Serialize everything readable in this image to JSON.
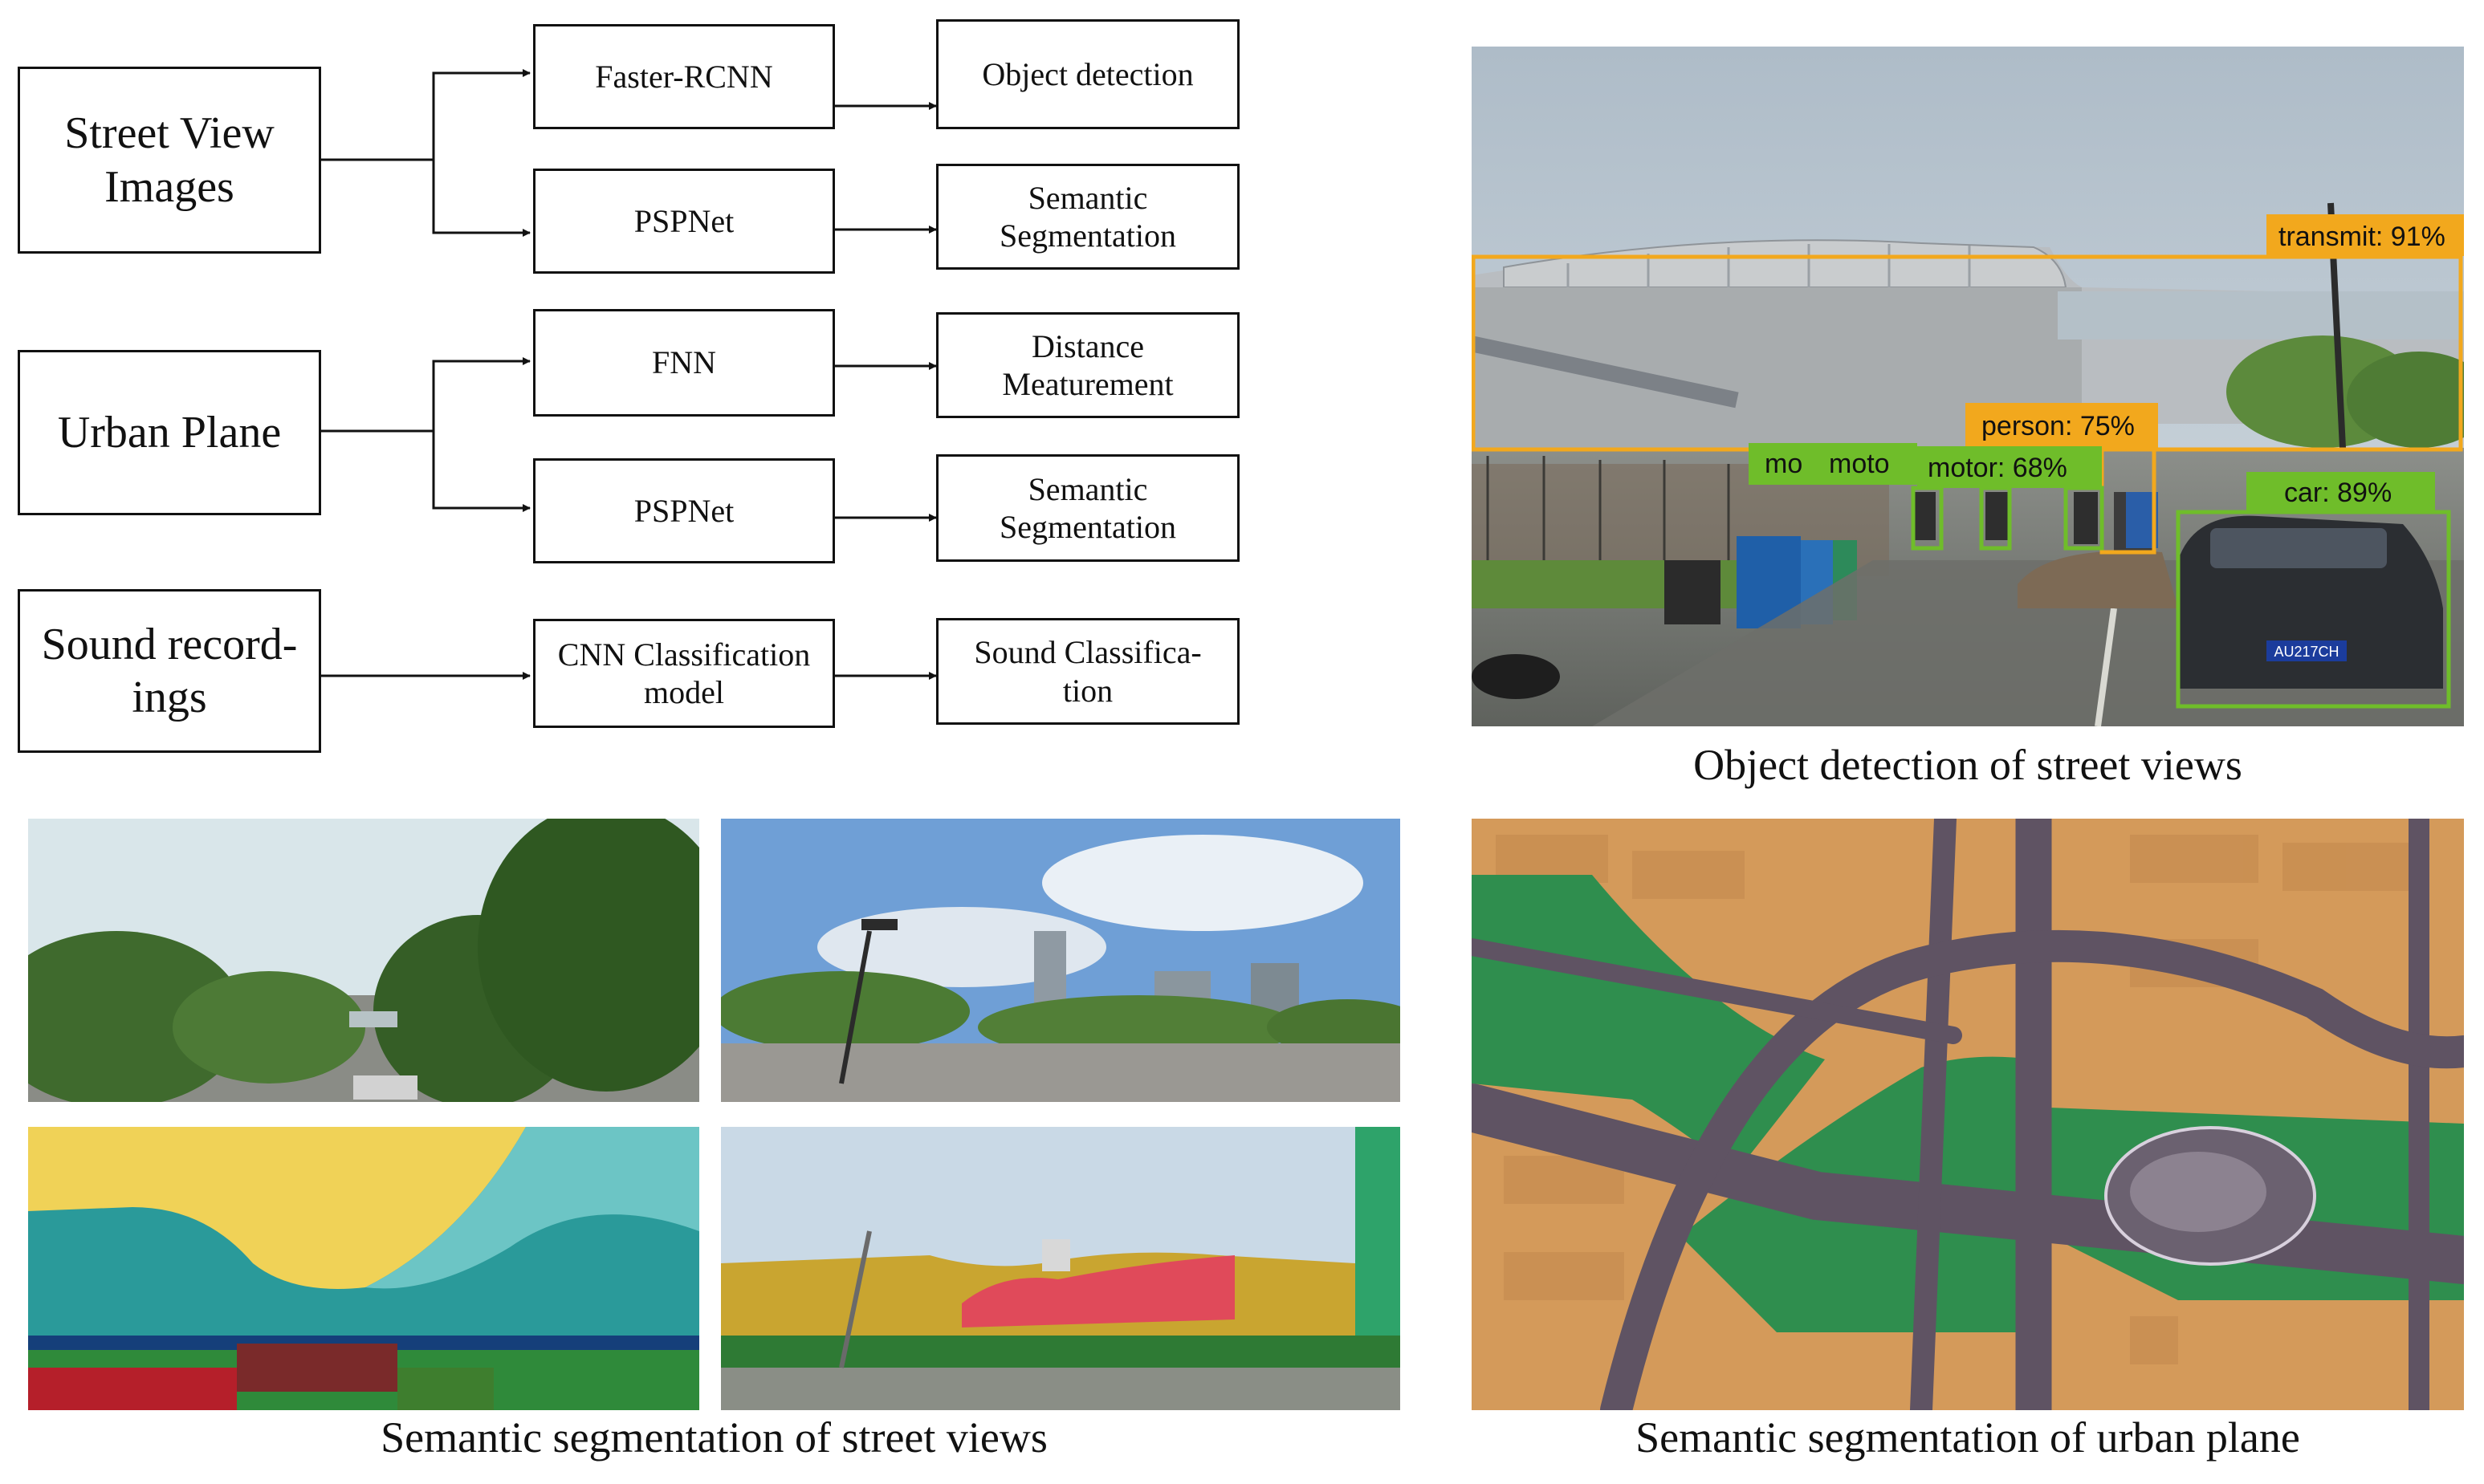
{
  "flowchart": {
    "inputs": {
      "street_view": "Street View Images",
      "urban_plane": "Urban Plane",
      "sound": "Sound record-ings"
    },
    "models": {
      "faster_rcnn": "Faster-RCNN",
      "pspnet_street": "PSPNet",
      "fnn": "FNN",
      "pspnet_plane": "PSPNet",
      "cnn": "CNN Classification model"
    },
    "outputs": {
      "object_detection": "Object detection",
      "semantic_seg_street": "Semantic Segmentation",
      "distance": "Distance Meaturement",
      "semantic_seg_plane": "Semantic Segmentation",
      "sound_class": "Sound Classifica-tion"
    }
  },
  "detection": {
    "labels": {
      "transmit": "transmit: 91%",
      "person": "person: 75%",
      "motor": "motor: 68%",
      "car": "car: 89%",
      "mo": "mo",
      "moto": "moto",
      "plate": "AU217CH"
    },
    "colors": {
      "orange": "#f2a81d",
      "green": "#6fbd2a"
    }
  },
  "captions": {
    "detection": "Object detection of street views",
    "street_seg": "Semantic segmentation of street views",
    "plane_seg": "Semantic segmentation of urban plane"
  }
}
